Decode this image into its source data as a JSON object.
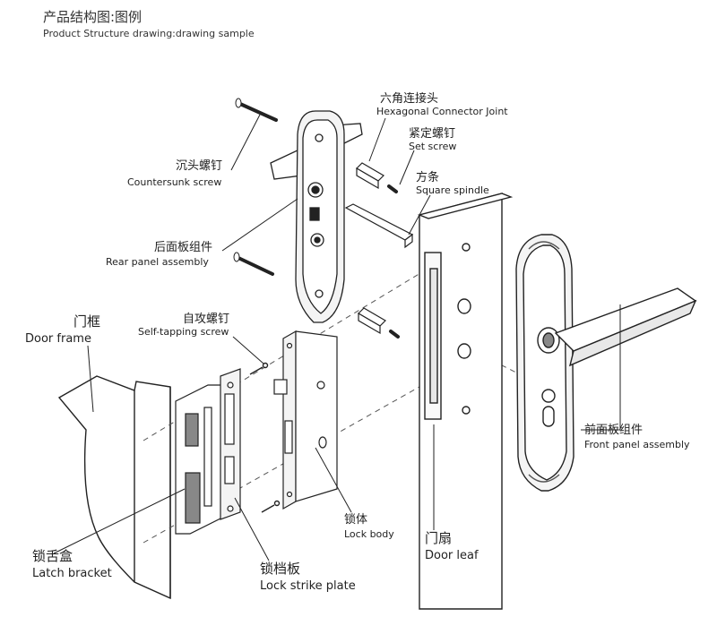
{
  "header": {
    "title_cn": "产品结构图:图例",
    "title_en": "Product Structure drawing:drawing sample"
  },
  "labels": {
    "hex_joint": {
      "cn": "六角连接头",
      "en": "Hexagonal  Connector Joint"
    },
    "set_screw": {
      "cn": "紧定螺钉",
      "en": "Set screw"
    },
    "countersunk": {
      "cn": "沉头螺钉",
      "en": "Countersunk screw"
    },
    "square_spindle": {
      "cn": "方条",
      "en": "Square spindle"
    },
    "rear_panel": {
      "cn": "后面板组件",
      "en": "Rear panel assembly"
    },
    "self_tapping": {
      "cn": "自攻螺钉",
      "en": "Self-tapping screw"
    },
    "door_frame": {
      "cn": "门框",
      "en": "Door  frame"
    },
    "front_panel": {
      "cn": "前面板组件",
      "en": "Front panel assembly"
    },
    "lock_body": {
      "cn": "锁体",
      "en": "Lock body"
    },
    "door_leaf": {
      "cn": "门扇",
      "en": "Door  leaf"
    },
    "latch_bracket": {
      "cn": "锁舌盒",
      "en": "Latch bracket"
    },
    "strike_plate": {
      "cn": "锁档板",
      "en": "Lock strike plate"
    }
  },
  "colors": {
    "line": "#222222",
    "part_fill": "#f4f4f4",
    "dark_fill": "#555555"
  }
}
